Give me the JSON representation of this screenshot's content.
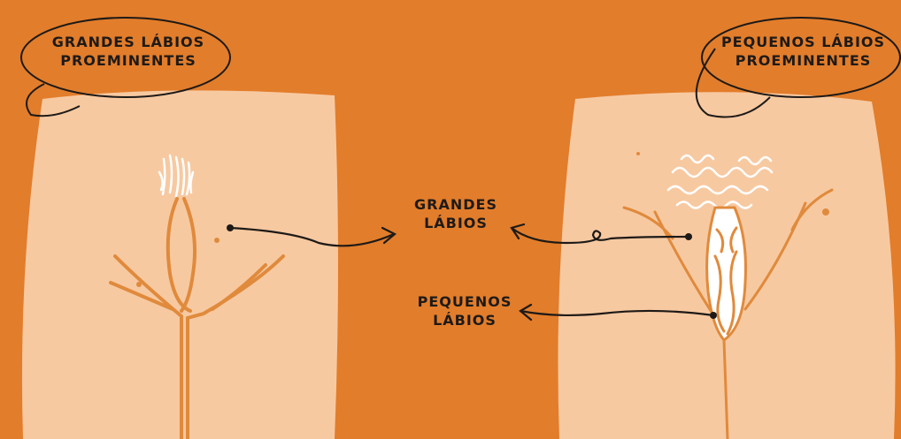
{
  "left_title": {
    "line1": "GRANDES LÁBIOS",
    "line2": "PROEMINENTES"
  },
  "right_title": {
    "line1": "PEQUENOS LÁBIOS",
    "line2": "PROEMINENTES"
  },
  "center_labels": {
    "grandes": {
      "line1": "GRANDES",
      "line2": "LÁBIOS"
    },
    "pequenos": {
      "line1": "PEQUENOS",
      "line2": "LÁBIOS"
    }
  },
  "colors": {
    "background": "#e27d2b",
    "skin": "#f7c9a1",
    "outline": "#e08a3c",
    "ink": "#1e1a17",
    "hair": "#ffffff"
  }
}
